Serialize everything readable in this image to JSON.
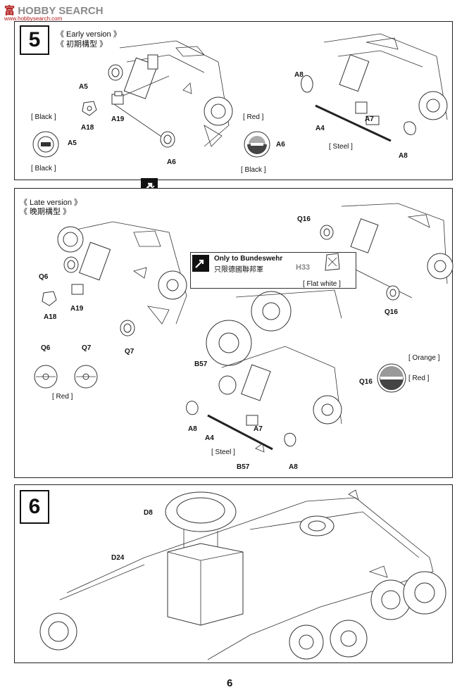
{
  "watermark": {
    "brand_a": "富",
    "brand_b": "HOBBY SEARCH",
    "site": "www.hobbysearch.com"
  },
  "step5": {
    "number": "5",
    "early": {
      "title_en": "《  Early version  》",
      "title_cn": "《  初期構型  》",
      "labels": [
        "A5",
        "A18",
        "A19",
        "A6",
        "A8",
        "A4",
        "A7",
        "A8"
      ],
      "color_left_top": "[  Black  ]",
      "color_left_part": "A5",
      "color_left_bottom": "[  Black  ]",
      "color_right_top": "[  Red  ]",
      "color_right_part": "A6",
      "color_right_bottom": "[  Black  ]",
      "steel_label": "[  Steel  ]"
    },
    "late": {
      "title_en": "《  Late version  》",
      "title_cn": "《  晚期構型  》",
      "labels": [
        "Q6",
        "A19",
        "A18",
        "Q7"
      ],
      "wheel_q6": "Q6",
      "wheel_q7": "Q7",
      "wheel_color": "[  Red  ]",
      "bundes_line1": "Only to Bundeswehr",
      "bundes_line2": "只限德國聯邦軍",
      "bundes_part": "H33",
      "bundes_color": "[  Flat white  ]",
      "q16_top": "Q16",
      "q16_right": "Q16",
      "q16_disc": "Q16",
      "q16_orange": "[  Orange  ]",
      "q16_red": "[  Red  ]",
      "lower_labels": {
        "b57_top": "B57",
        "a8_left": "A8",
        "a4": "A4",
        "a7": "A7",
        "steel": "[  Steel  ]",
        "b57_bottom": "B57",
        "a8_right": "A8"
      }
    }
  },
  "step6": {
    "number": "6",
    "labels": {
      "d8": "D8",
      "d24": "D24"
    }
  },
  "page_number": "6"
}
